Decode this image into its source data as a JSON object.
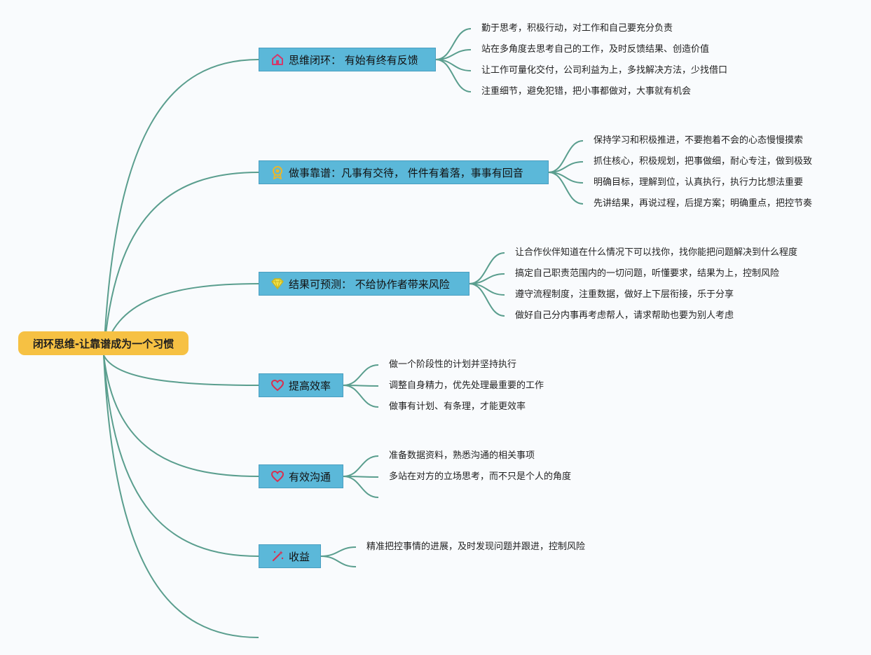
{
  "root": {
    "label": "闭环思维-让靠谱成为一个习惯"
  },
  "branches": [
    {
      "label": "思维闭环：  有始有终有反馈",
      "icon": "house-icon",
      "icon_color": "#d23a6b",
      "leaves": [
        "勤于思考，积极行动，对工作和自己要充分负责",
        "站在多角度去思考自己的工作，及时反馈结果、创造价值",
        "让工作可量化交付，公司利益为上，多找解决方法，少找借口",
        "注重细节，避免犯错，把小事都做对，大事就有机会"
      ]
    },
    {
      "label": "做事靠谱：凡事有交待，  件件有着落，事事有回音",
      "icon": "medal-icon",
      "icon_color": "#e9b62b",
      "leaves": [
        "保持学习和积极推进，不要抱着不会的心态慢慢摸索",
        "抓住核心，积极规划，把事做细，耐心专注，做到极致",
        "明确目标，理解到位，认真执行，执行力比想法重要",
        "先讲结果，再说过程，后提方案；明确重点，把控节奏"
      ]
    },
    {
      "label": "结果可预测：  不给协作者带来风险",
      "icon": "diamond-icon",
      "icon_color": "#e6d23a",
      "leaves": [
        "让合作伙伴知道在什么情况下可以找你，找你能把问题解决到什么程度",
        "搞定自己职责范围内的一切问题，听懂要求，结果为上，控制风险",
        "遵守流程制度，注重数据，做好上下层衔接，乐于分享",
        "做好自己分内事再考虑帮人，请求帮助也要为别人考虑"
      ]
    },
    {
      "label": "提高效率",
      "icon": "heart-icon",
      "icon_color": "#d9304f",
      "leaves": [
        "做一个阶段性的计划并坚持执行",
        "调整自身精力，优先处理最重要的工作",
        "做事有计划、有条理，才能更效率"
      ]
    },
    {
      "label": "有效沟通",
      "icon": "heart-icon",
      "icon_color": "#d9304f",
      "leaves": [
        "准备数据资料，熟悉沟通的相关事项",
        "多站在对方的立场思考，而不只是个人的角度",
        ""
      ]
    },
    {
      "label": "收益",
      "icon": "magic-wand-icon",
      "icon_color": "#d9304f",
      "leaves": [
        "精准把控事情的进展，及时发现问题并跟进，控制风险",
        ""
      ]
    }
  ],
  "colors": {
    "connector": "#5a9e8e",
    "root_fill": "#f6c143",
    "branch_fill": "#5bb8d9"
  }
}
